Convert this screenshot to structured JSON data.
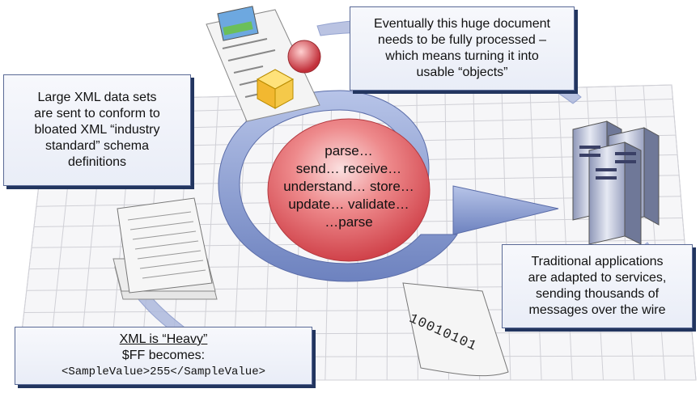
{
  "callouts": {
    "large_xml": {
      "lines": [
        "Large XML data sets",
        "are sent to conform to",
        "bloated XML “industry",
        "standard” schema",
        "definitions"
      ]
    },
    "huge_document": {
      "lines": [
        "Eventually this huge document",
        "needs to be fully processed –",
        "which means turning it into",
        "usable “objects”"
      ]
    },
    "traditional_apps": {
      "lines": [
        "Traditional applications",
        "are adapted to services,",
        "sending thousands of",
        "messages over the wire"
      ]
    },
    "xml_heavy": {
      "title": "XML is “Heavy”",
      "line2": "$FF becomes:",
      "code": "<SampleValue>255</SampleValue>"
    }
  },
  "cycle": {
    "lines": [
      "parse…",
      "send… receive…",
      "understand… store…",
      "update… validate…",
      "…parse"
    ]
  },
  "binary_text": "10010101",
  "colors": {
    "arrow_blue": "#8fa3d4",
    "core_red": "#e05a60",
    "callout_border": "#5a6a96",
    "callout_shadow": "#22355f",
    "grid": "#d0d0d6"
  }
}
